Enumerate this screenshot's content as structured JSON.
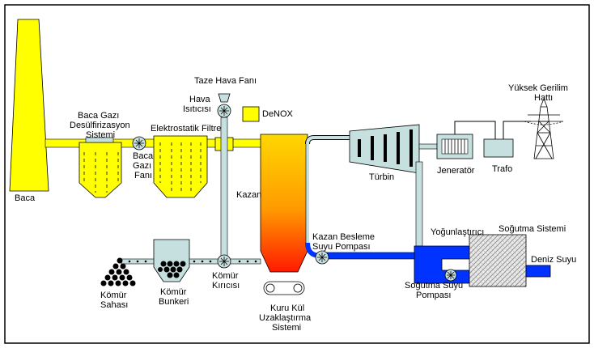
{
  "labels": {
    "baca": "Baca",
    "baca_gazi_1": "Baca Gazı",
    "baca_gazi_2": "Desülfirizasyon",
    "baca_gazi_3": "Sistemi",
    "baca_fani_1": "Baca",
    "baca_fani_2": "Gazı",
    "baca_fani_3": "Fanı",
    "elektrostatik": "Elektrostatik Filtre",
    "taze_hava": "Taze Hava Fanı",
    "hava_isitici_1": "Hava",
    "hava_isitici_2": "Isıtıcısı",
    "denox": "DeNOX",
    "kazan": "Kazan",
    "turbin": "Türbin",
    "jenerator": "Jeneratör",
    "trafo": "Trafo",
    "yuksek_gerilim_1": "Yüksek Gerilim",
    "yuksek_gerilim_2": "Hattı",
    "yogunlastirici": "Yoğunlaştırıcı",
    "sogutma_sistemi": "Soğutma Sistemi",
    "deniz_suyu": "Deniz Suyu",
    "kazan_besleme_1": "Kazan Besleme",
    "kazan_besleme_2": "Suyu Pompası",
    "sogutma_pompa_1": "Soğutma Suyu",
    "sogutma_pompa_2": "Pompası",
    "komur_kirici_1": "Kömür",
    "komur_kirici_2": "Kırıcısı",
    "komur_bunkeri_1": "Kömür",
    "komur_bunkeri_2": "Bunkeri",
    "komur_sahasi_1": "Kömür",
    "komur_sahasi_2": "Sahası",
    "kuru_kul_1": "Kuru Kül",
    "kuru_kul_2": "Uzaklaştırma",
    "kuru_kul_3": "Sistemi"
  },
  "colors": {
    "flue_gas": "#ffff00",
    "air_duct": "#c6e0e0",
    "water": "#0033ff",
    "boiler_top": "#ffd700",
    "boiler_bottom": "#ff1a00",
    "equipment_fill": "#cde8e8",
    "outline": "#000000"
  },
  "icons": [
    "fan-icon",
    "pump-icon",
    "transmission-tower-icon",
    "coal-pile-icon",
    "conveyor-icon"
  ]
}
